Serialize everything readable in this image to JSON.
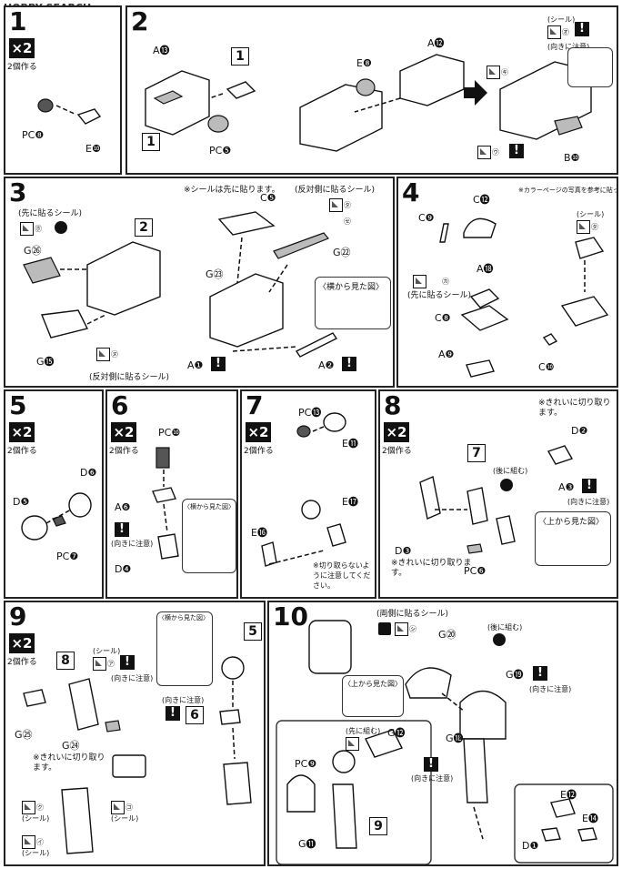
{
  "header": {
    "logo_text": "HOBBY SEARCH"
  },
  "common": {
    "x2": "×2",
    "make2": "2個作る",
    "caution": "(向きに注意)",
    "sticker": "(シール)"
  },
  "step1": {
    "num": "1",
    "labels": [
      "PC❽",
      "E❿"
    ]
  },
  "step2": {
    "num": "2",
    "labels": [
      "A⓭",
      "1",
      "1",
      "PC❺",
      "E❽",
      "A⓬",
      "B❿",
      "㋔",
      "㋖",
      "㋒"
    ]
  },
  "step3": {
    "num": "3",
    "note_first": "※シールは先に貼ります。",
    "first_sticker": "(先に貼るシール)",
    "opp_sticker": "(反対側に貼るシール)",
    "side_view": "〈横から見た図〉",
    "labels": [
      "2",
      "G㉖",
      "G⓯",
      "C❺",
      "G㉓",
      "G㉒",
      "A❶",
      "A❷",
      "㋭",
      "㋦",
      "㋟",
      "㋝"
    ]
  },
  "step4": {
    "num": "4",
    "note_color": "※カラーページの写真を参考に貼ってください。",
    "first_sticker": "(先に貼るシール)",
    "labels": [
      "C❾",
      "C⓬",
      "A⓲",
      "C❽",
      "A❾",
      "C❿",
      "㋕",
      "㋟"
    ]
  },
  "step5": {
    "num": "5",
    "labels": [
      "D❻",
      "D❺",
      "PC❼"
    ]
  },
  "step6": {
    "num": "6",
    "side_view": "〈横から見た図〉",
    "labels": [
      "PC❿",
      "A❻",
      "D❹"
    ]
  },
  "step7": {
    "num": "7",
    "note_careful": "※切り取らないように注意してください。",
    "labels": [
      "PC⓭",
      "E⓫",
      "E⓰",
      "E⓱"
    ]
  },
  "step8": {
    "num": "8",
    "note_cut_clean": "※きれいに切り取ります。",
    "note_cut_clean2": "※きれいに切り取ります。",
    "top_view": "〈上から見た図〉",
    "paint_back": "(後に組む)",
    "labels": [
      "7",
      "D❸",
      "PC❻",
      "D❷",
      "A❸"
    ]
  },
  "step9": {
    "num": "9",
    "side_view": "〈横から見た図〉",
    "note_cut_clean": "※きれいに切り取ります。",
    "labels": [
      "8",
      "G㉕",
      "G㉔",
      "5",
      "6",
      "㋐",
      "㋗",
      "㋙",
      "㋑"
    ]
  },
  "step10": {
    "num": "10",
    "both_sticker": "(両側に貼るシール)",
    "top_view": "〈上から見た図〉",
    "first_assemble": "(先に組む)",
    "after_assemble": "(後に組む)",
    "labels": [
      "G⑳",
      "G⓳",
      "G⓲",
      "G⓬",
      "PC❾",
      "G⓫",
      "9",
      "E⓬",
      "E⓮",
      "D❶",
      "㋛"
    ]
  }
}
